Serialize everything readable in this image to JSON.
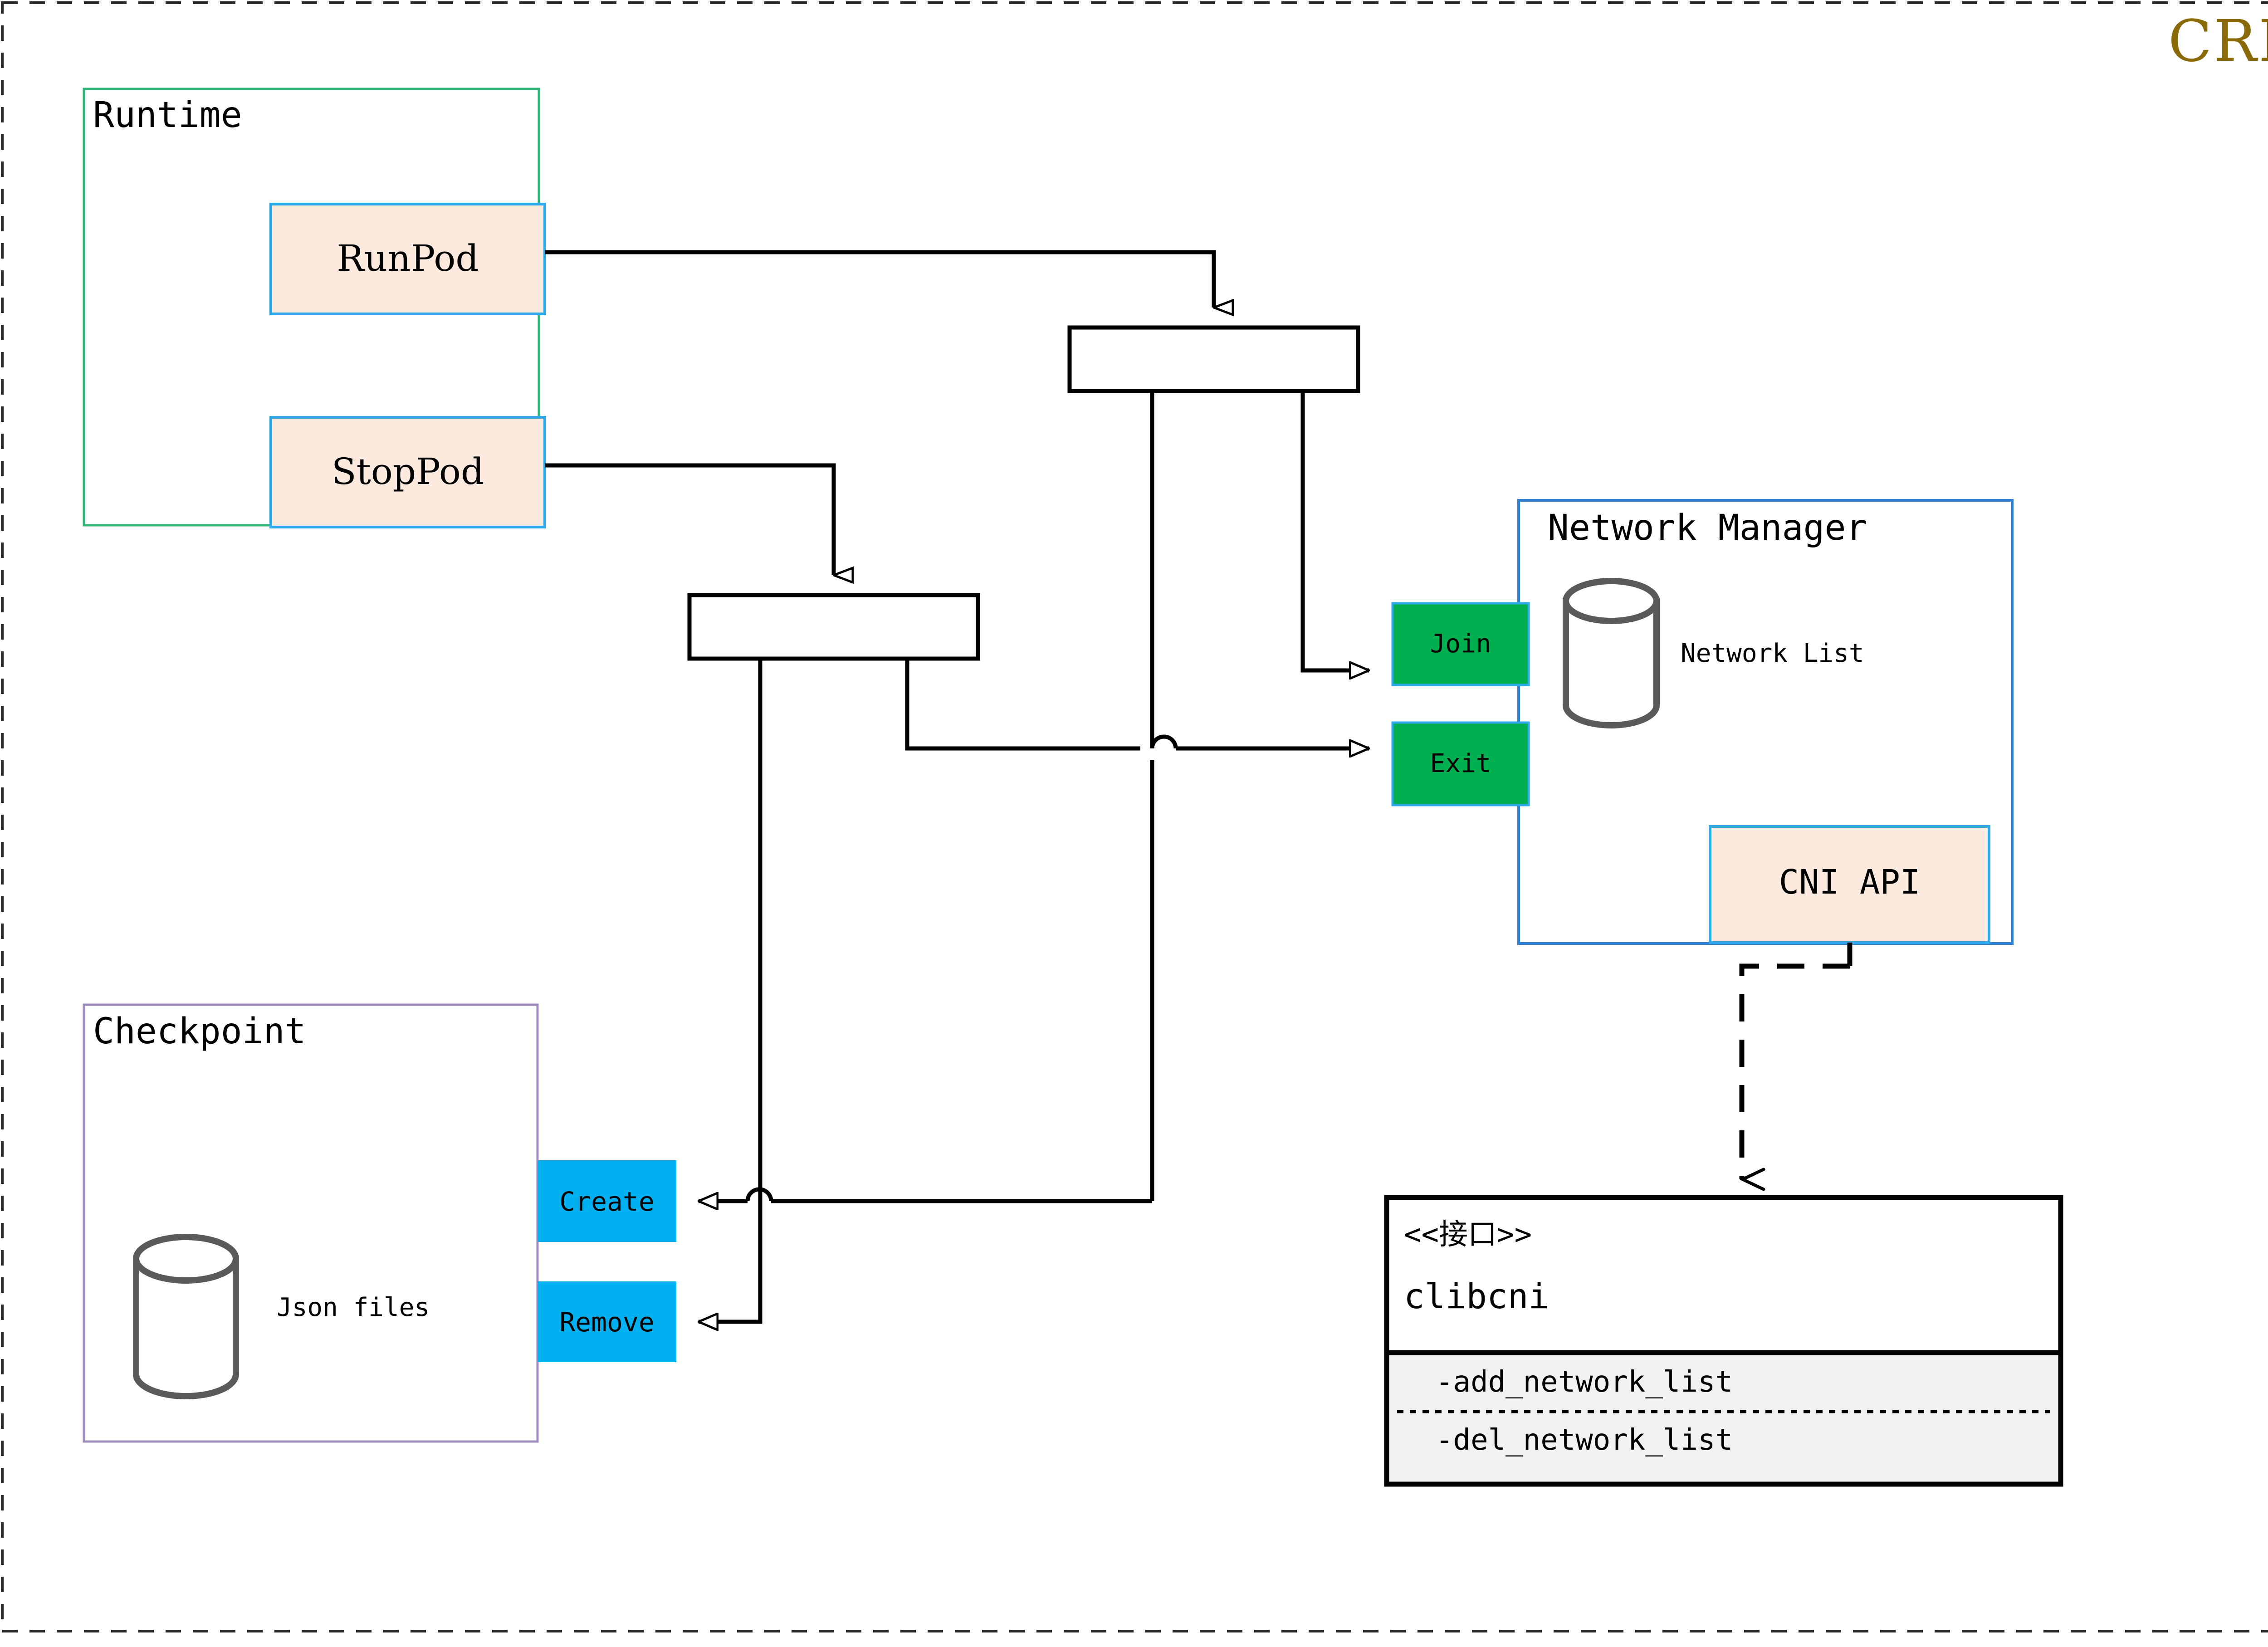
{
  "diagram": {
    "title": "CRI",
    "title_color": "#8a6a08",
    "outer_border": {
      "style": "dashed",
      "color": "#2b2b2b"
    },
    "palette": {
      "peach_fill": "#fdeade",
      "blue_stroke": "#2fa8e8",
      "green_stroke": "#2bb573",
      "purple_stroke": "#a08cc0",
      "green_fill": "#00b050",
      "cyan_fill": "#00b0f0",
      "line_color": "#000000",
      "cylinder_stroke": "#5a5a5a",
      "method_row_fill": "#f1f1f1"
    },
    "groups": [
      {
        "name": "runtime",
        "label": "Runtime",
        "border_color": "#2bb573"
      },
      {
        "name": "checkpoint",
        "label": "Checkpoint",
        "border_color": "#a08cc0"
      },
      {
        "name": "network-manager",
        "label": "Network Manager",
        "border_color": "#2b7fd4"
      }
    ],
    "runtime": {
      "label": "Runtime",
      "actions": [
        {
          "name": "runpod",
          "label": "RunPod"
        },
        {
          "name": "stoppod",
          "label": "StopPod"
        }
      ]
    },
    "checkpoint": {
      "label": "Checkpoint",
      "store_label": "Json files",
      "store_icon": "database-cylinder-icon",
      "actions": [
        {
          "name": "create",
          "label": "Create"
        },
        {
          "name": "remove",
          "label": "Remove"
        }
      ]
    },
    "network_manager": {
      "label": "Network Manager",
      "store_label": "Network List",
      "store_icon": "database-cylinder-icon",
      "actions": [
        {
          "name": "join",
          "label": "Join"
        },
        {
          "name": "exit",
          "label": "Exit"
        }
      ],
      "api": {
        "name": "cni-api",
        "label": "CNI API"
      }
    },
    "interface": {
      "stereotype": "<<接口>>",
      "name": "clibcni",
      "methods": [
        "-add_network_list",
        "-del_network_list"
      ]
    },
    "forks": [
      {
        "name": "fork-runpod",
        "inputs": 1,
        "outputs": 2
      },
      {
        "name": "fork-stoppod",
        "inputs": 1,
        "outputs": 2
      }
    ],
    "connections": [
      {
        "from": "runpod",
        "to": "fork-runpod",
        "style": "solid",
        "arrow": "open-triangle"
      },
      {
        "from": "stoppod",
        "to": "fork-stoppod",
        "style": "solid",
        "arrow": "open-triangle"
      },
      {
        "from": "fork-runpod",
        "to": "join",
        "style": "solid",
        "arrow": "open-triangle"
      },
      {
        "from": "fork-runpod",
        "to": "create",
        "style": "solid",
        "arrow": "open-triangle"
      },
      {
        "from": "fork-stoppod",
        "to": "exit",
        "style": "solid",
        "arrow": "open-triangle"
      },
      {
        "from": "fork-stoppod",
        "to": "remove",
        "style": "solid",
        "arrow": "open-triangle"
      },
      {
        "from": "cni-api",
        "to": "clibcni",
        "style": "dashed",
        "arrow": "open-v"
      }
    ]
  }
}
